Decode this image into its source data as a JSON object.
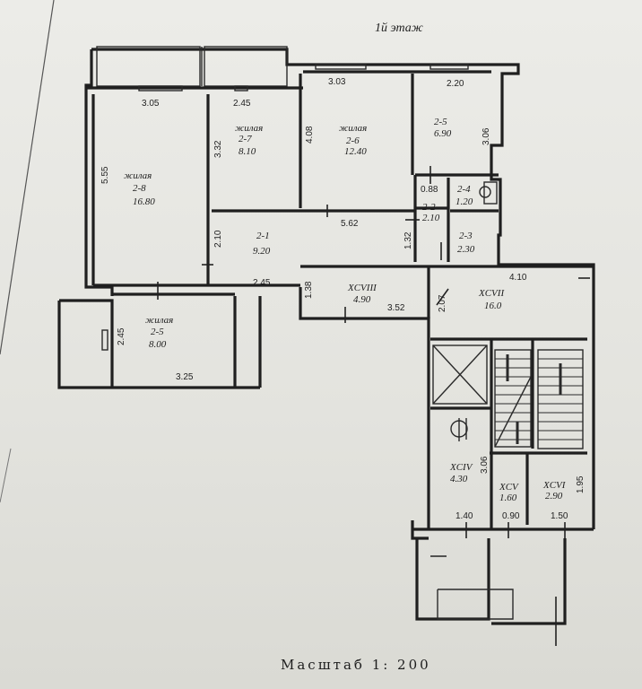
{
  "floor_label": "1й этаж",
  "scale_label": "Масштаб  1: 200",
  "rooms": [
    {
      "id": "2-8",
      "type": "жилая",
      "area": "16.80"
    },
    {
      "id": "2-7",
      "type": "жилая",
      "area": "8.10"
    },
    {
      "id": "2-6",
      "type": "жилая",
      "area": "12.40"
    },
    {
      "id": "2-5",
      "type": "",
      "area": "6.90"
    },
    {
      "id": "2-4",
      "type": "",
      "area": "1.20"
    },
    {
      "id": "2-2",
      "type": "",
      "area": "2.10"
    },
    {
      "id": "2-3",
      "type": "",
      "area": "2.30"
    },
    {
      "id": "2-1",
      "type": "",
      "area": "9.20"
    },
    {
      "id": "2-5",
      "type": "жилая",
      "area": "8.00"
    },
    {
      "id": "XCVIII",
      "type": "",
      "area": "4.90"
    },
    {
      "id": "XCVII",
      "type": "",
      "area": "16.0"
    },
    {
      "id": "XCIV",
      "type": "",
      "area": "4.30"
    },
    {
      "id": "XCV",
      "type": "",
      "area": "1.60"
    },
    {
      "id": "XCVI",
      "type": "",
      "area": "2.90"
    }
  ],
  "dimensions": [
    "3.05",
    "2.45",
    "3.03",
    "2.20",
    "5.55",
    "3.32",
    "4.08",
    "3.06",
    "0.88",
    "5.62",
    "2.10",
    "1.32",
    "2.45",
    "1.38",
    "3.52",
    "2.07",
    "4.10",
    "2.45",
    "3.25",
    "3.06",
    "1.40",
    "0.90",
    "1.50",
    "1.95"
  ]
}
